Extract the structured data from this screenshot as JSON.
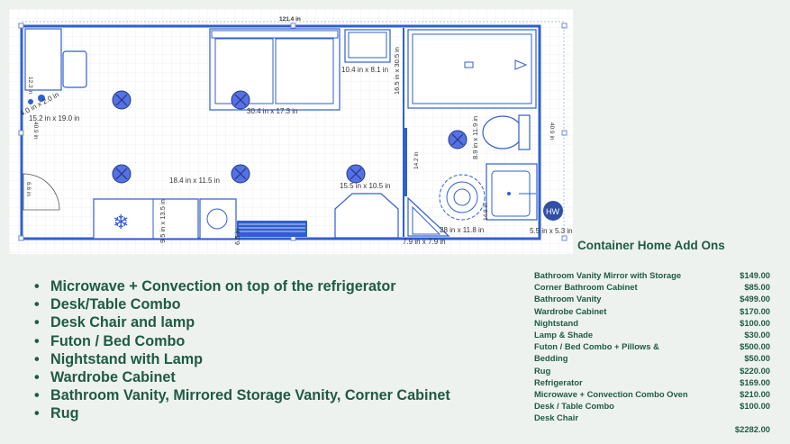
{
  "plan": {
    "overall_width": "121.4 in",
    "dims": {
      "d1": "12.3 in",
      "d2": "40.9 in",
      "d3": "6.6 in",
      "d4": "40.9 in",
      "d5": "15.2 in x 19.0 in",
      "d6": "4.0 in x 2.0 in",
      "d7": "30.4 in x 17.3 in",
      "d8": "10.4 in x 8.1 in",
      "d9": "16.5 in x 30.5 in",
      "d10": "8.9 in x 11.9 in",
      "d11": "18.4 in x 11.5 in",
      "d12": "15.5 in x 10.5 in",
      "d13": "14.2 in",
      "d14": "28 in x 11.8 in",
      "d15": "14.9 in",
      "d16": "5.5 in x 5.3 in",
      "d17": "7.9 in x 7.9 in",
      "d18": "9.5 in x 13.5 in",
      "d19": "6.5 in",
      "d20": "9 in"
    },
    "hw_label": "HW"
  },
  "section_title": "Container Home Add Ons",
  "features": [
    "Microwave + Convection on top of the refrigerator",
    "Desk/Table Combo",
    "Desk Chair and lamp",
    "Futon / Bed Combo",
    "Nightstand with Lamp",
    "Wardrobe Cabinet",
    "Bathroom Vanity, Mirrored Storage Vanity, Corner Cabinet",
    "Rug"
  ],
  "prices": [
    {
      "item": "Bathroom Vanity Mirror with Storage",
      "amount": "$149.00"
    },
    {
      "item": "Corner Bathroom Cabinet",
      "amount": "$85.00"
    },
    {
      "item": "Bathroom Vanity",
      "amount": "$499.00"
    },
    {
      "item": "Wardrobe Cabinet",
      "amount": "$170.00"
    },
    {
      "item": "Nightstand",
      "amount": "$100.00"
    },
    {
      "item": "Lamp & Shade",
      "amount": "$30.00"
    },
    {
      "item": "Futon / Bed Combo + Pillows &",
      "amount": "$500.00"
    },
    {
      "item": "Bedding",
      "amount": "$50.00"
    },
    {
      "item": "Rug",
      "amount": "$220.00"
    },
    {
      "item": "Refrigerator",
      "amount": "$169.00"
    },
    {
      "item": "Microwave + Convection Combo Oven",
      "amount": "$210.00"
    },
    {
      "item": "Desk / Table Combo",
      "amount": "$100.00"
    },
    {
      "item": "Desk Chair",
      "amount": ""
    }
  ],
  "total": "$2282.00"
}
